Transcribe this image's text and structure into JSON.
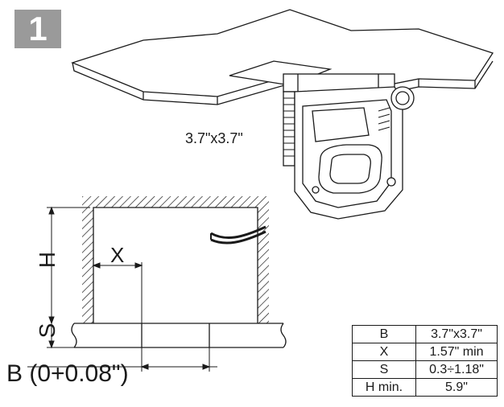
{
  "step": {
    "number": "1"
  },
  "ceiling_illustration": {
    "hole_size_label": "3.7\"x3.7\""
  },
  "dimension_labels": {
    "x": "X",
    "h": "H",
    "s": "S",
    "b": "B (0+0.08\")"
  },
  "spec_table": {
    "rows": [
      {
        "key": "B",
        "value": "3.7\"x3.7\""
      },
      {
        "key": "X",
        "value": "1.57\" min"
      },
      {
        "key": "S",
        "value": "0.3÷1.18\""
      },
      {
        "key": "H min.",
        "value": "5.9\""
      }
    ]
  },
  "colors": {
    "line": "#1a1a1a",
    "badge": "#9a9a9a",
    "badge_text": "#ffffff"
  }
}
